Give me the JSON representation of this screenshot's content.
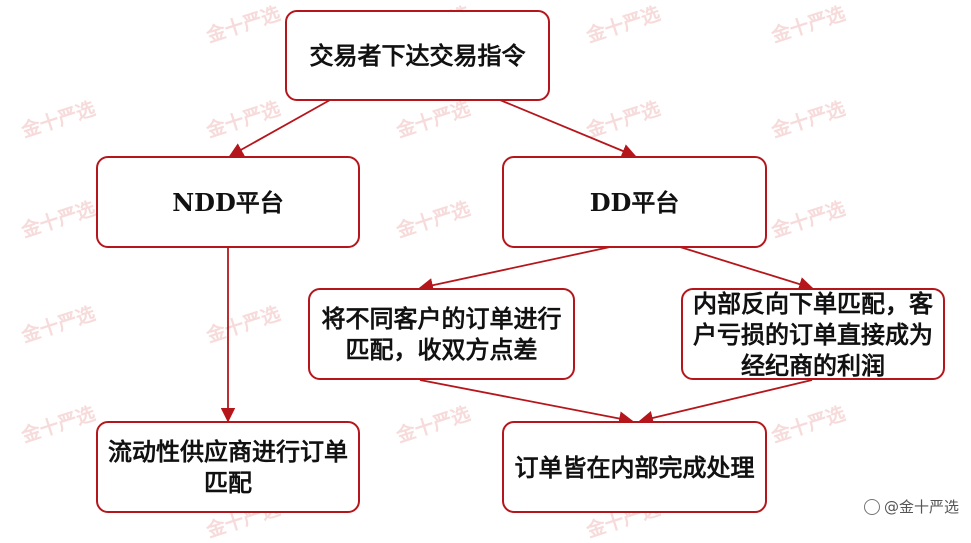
{
  "nodes": {
    "top": "交易者下达交易指令",
    "ndd": "NDD平台",
    "dd": "DD平台",
    "match_clients": "将不同客户的订单进行匹配，收双方点差",
    "internal_reverse": "内部反向下单匹配，客户亏损的订单直接成为经纪商的利润",
    "liquidity": "流动性供应商进行订单匹配",
    "internal_done": "订单皆在内部完成处理"
  },
  "watermark_text": "金十严选",
  "credit": "@金十严选",
  "colors": {
    "accent": "#b5161b",
    "watermark": "#f2c4c4"
  }
}
